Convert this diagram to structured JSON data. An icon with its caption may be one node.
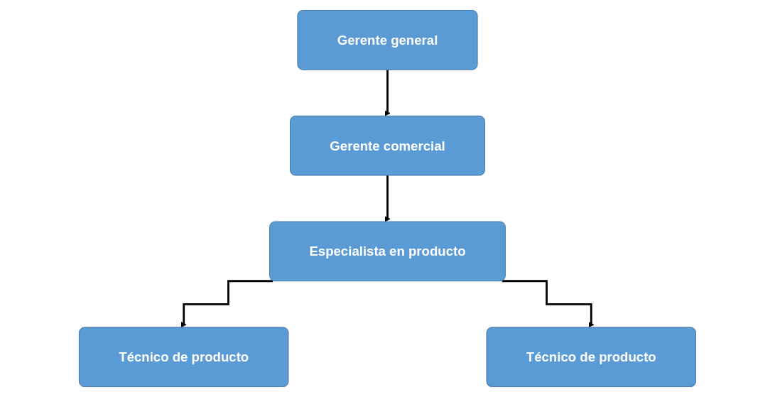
{
  "diagram": {
    "nodes": [
      {
        "text": [
          "Gerente general"
        ]
      },
      {
        "text": [
          "Gerente comercial"
        ]
      },
      {
        "text": [
          "Especialista en producto"
        ]
      },
      {
        "text": [
          "Técnico de producto"
        ]
      },
      {
        "text": [
          "Técnico de producto"
        ]
      }
    ],
    "edges": [
      {
        "from": 0,
        "to": 1,
        "arrow": "to"
      },
      {
        "from": 1,
        "to": 2,
        "arrow": "to"
      },
      {
        "from": 2,
        "to": 3,
        "arrow": "to"
      },
      {
        "from": 2,
        "to": 4,
        "arrow": "to"
      }
    ]
  }
}
